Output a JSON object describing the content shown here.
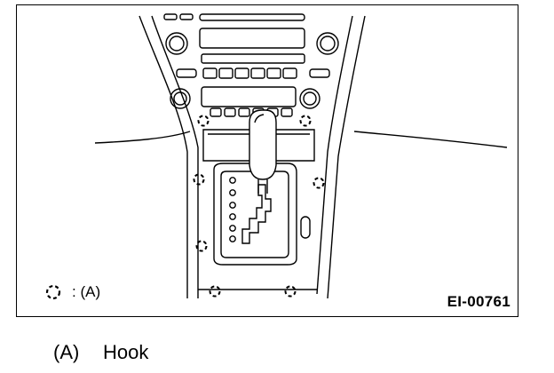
{
  "legend": {
    "symbol_icon": "dashed-circle-hook-icon",
    "text": ": (A)"
  },
  "figure_id": "EI-00761",
  "caption": {
    "key": "(A)",
    "label": "Hook"
  }
}
